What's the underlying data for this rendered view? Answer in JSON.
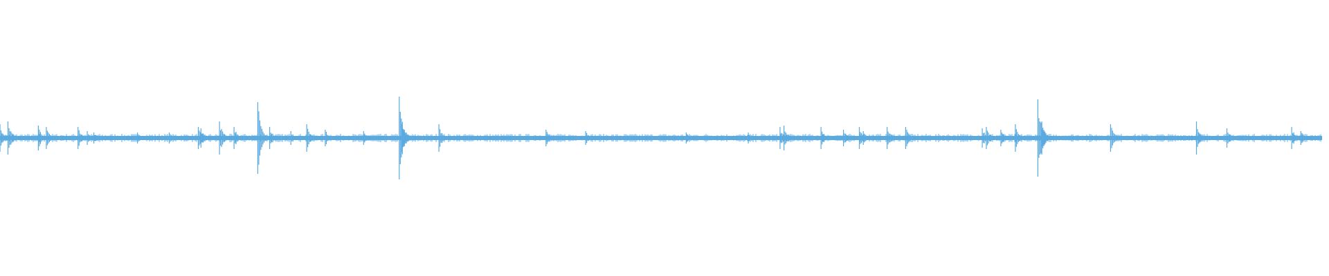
{
  "chart_data": {
    "type": "line",
    "title": "",
    "xlabel": "",
    "ylabel": "",
    "series": [
      {
        "name": "",
        "color": "#5aaae0",
        "x": [
          0.0,
          0.006,
          0.029,
          0.035,
          0.059,
          0.066,
          0.071,
          0.104,
          0.128,
          0.15,
          0.152,
          0.166,
          0.177,
          0.195,
          0.204,
          0.22,
          0.232,
          0.246,
          0.275,
          0.302,
          0.304,
          0.332,
          0.413,
          0.443,
          0.519,
          0.566,
          0.59,
          0.593,
          0.621,
          0.638,
          0.65,
          0.653,
          0.671,
          0.685,
          0.743,
          0.746,
          0.757,
          0.768,
          0.785,
          0.788,
          0.84,
          0.905,
          0.928,
          0.977,
          0.984
        ],
        "y": [
          0.1,
          0.12,
          0.09,
          0.08,
          0.08,
          0.05,
          0.04,
          0.04,
          0.04,
          0.08,
          0.07,
          0.12,
          0.08,
          0.26,
          0.08,
          0.05,
          0.1,
          0.06,
          0.05,
          0.3,
          0.1,
          0.1,
          0.06,
          0.05,
          0.04,
          0.04,
          0.08,
          0.09,
          0.08,
          0.06,
          0.08,
          0.05,
          0.08,
          0.08,
          0.07,
          0.08,
          0.06,
          0.1,
          0.28,
          0.12,
          0.1,
          0.12,
          0.07,
          0.08,
          0.05
        ]
      }
    ],
    "ylim": [
      -1,
      1
    ],
    "grid": false,
    "legend": "none"
  }
}
